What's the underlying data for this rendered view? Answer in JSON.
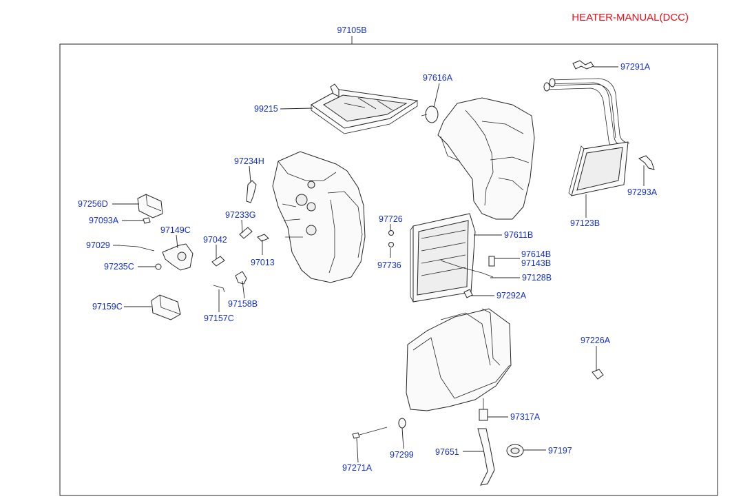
{
  "title": "HEATER-MANUAL(DCC)",
  "assembly_label": "97105B",
  "labels": {
    "p97291A": "97291A",
    "p97616A": "97616A",
    "p99215": "99215",
    "p97234H": "97234H",
    "p97256D": "97256D",
    "p97093A": "97093A",
    "p97149C": "97149C",
    "p97233G": "97233G",
    "p97029": "97029",
    "p97042": "97042",
    "p97235C": "97235C",
    "p97013": "97013",
    "p97726": "97726",
    "p97611B": "97611B",
    "p97736": "97736",
    "p97614B": "97614B",
    "p97143B": "97143B",
    "p97128B": "97128B",
    "p97293A": "97293A",
    "p97123B": "97123B",
    "p97159C": "97159C",
    "p97158B": "97158B",
    "p97157C": "97157C",
    "p97292A": "97292A",
    "p97226A": "97226A",
    "p97317A": "97317A",
    "p97271A": "97271A",
    "p97299": "97299",
    "p97651": "97651",
    "p97197": "97197"
  },
  "colors": {
    "title": "#e8101a",
    "label": "#1530c8",
    "line": "#222222"
  }
}
